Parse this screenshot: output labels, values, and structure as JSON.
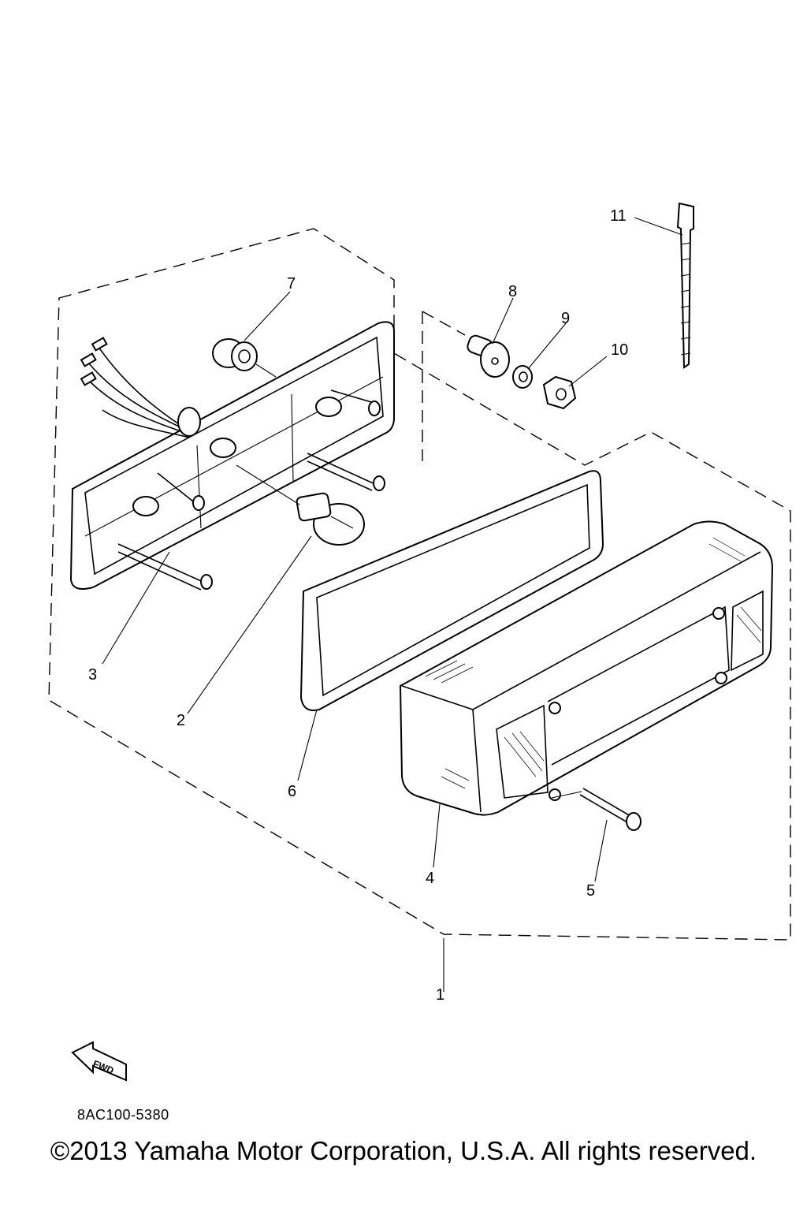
{
  "diagram": {
    "callouts": [
      {
        "id": "1",
        "label": "1"
      },
      {
        "id": "2",
        "label": "2"
      },
      {
        "id": "3",
        "label": "3"
      },
      {
        "id": "4",
        "label": "4"
      },
      {
        "id": "5",
        "label": "5"
      },
      {
        "id": "6",
        "label": "6"
      },
      {
        "id": "7",
        "label": "7"
      },
      {
        "id": "8",
        "label": "8"
      },
      {
        "id": "9",
        "label": "9"
      },
      {
        "id": "10",
        "label": "10"
      },
      {
        "id": "11",
        "label": "11"
      }
    ],
    "fwd_label": "FWD",
    "drawing_code": "8AC100-5380"
  },
  "footer": {
    "copyright": "©2013 Yamaha Motor Corporation, U.S.A. All rights reserved."
  }
}
